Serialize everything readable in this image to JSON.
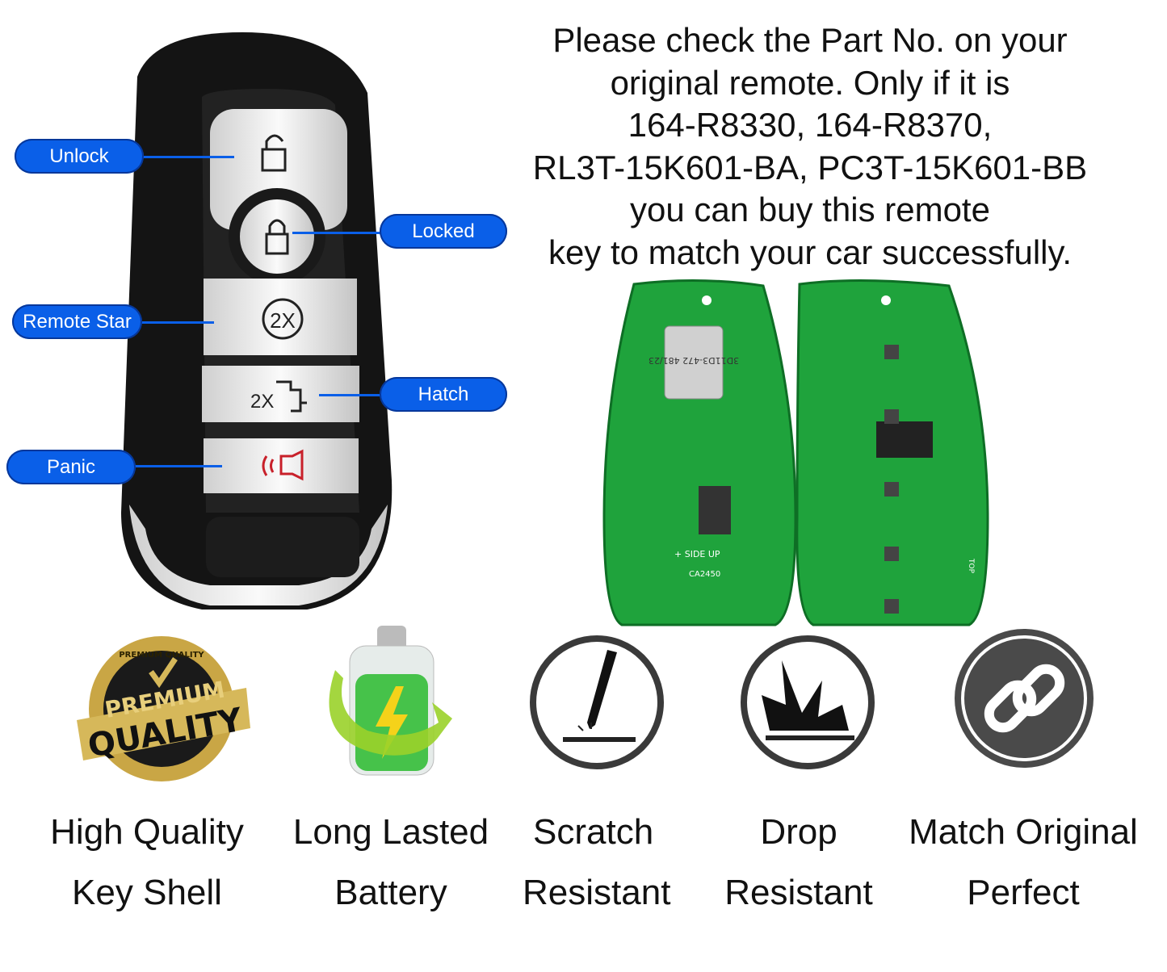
{
  "key_fob": {
    "callouts": {
      "unlock": "Unlock",
      "locked": "Locked",
      "remote_start": "Remote Star",
      "hatch": "Hatch",
      "panic": "Panic"
    },
    "button_glyphs": {
      "remote_start": "2X",
      "hatch": "2X"
    },
    "accent_color": "#0a5fe8"
  },
  "compatibility_note": {
    "lines": [
      "Please check the Part No. on your",
      "original remote. Only if it is",
      "164-R8330, 164-R8370,",
      "RL3T-15K601-BA, PC3T-15K601-BB",
      "you can buy this remote",
      "key to match your car successfully."
    ]
  },
  "pcb": {
    "chip_label": "3D11D3-472 481/23",
    "silkscreen": [
      "+ SIDE UP",
      "CA2450",
      "TOP"
    ],
    "board_color": "#1fa33c"
  },
  "badge": {
    "top_text": "PREMIUM QUALITY",
    "line1": "PREMIUM",
    "line2": "QUALITY"
  },
  "features": [
    {
      "icon": "premium-quality-badge-icon",
      "line1": "High Quality",
      "line2": "Key Shell"
    },
    {
      "icon": "battery-icon",
      "line1": "Long Lasted",
      "line2": "Battery"
    },
    {
      "icon": "scratch-icon",
      "line1": "Scratch",
      "line2": "Resistant"
    },
    {
      "icon": "drop-impact-icon",
      "line1": "Drop",
      "line2": "Resistant"
    },
    {
      "icon": "chain-link-icon",
      "line1": "Match Original",
      "line2": "Perfect"
    }
  ]
}
